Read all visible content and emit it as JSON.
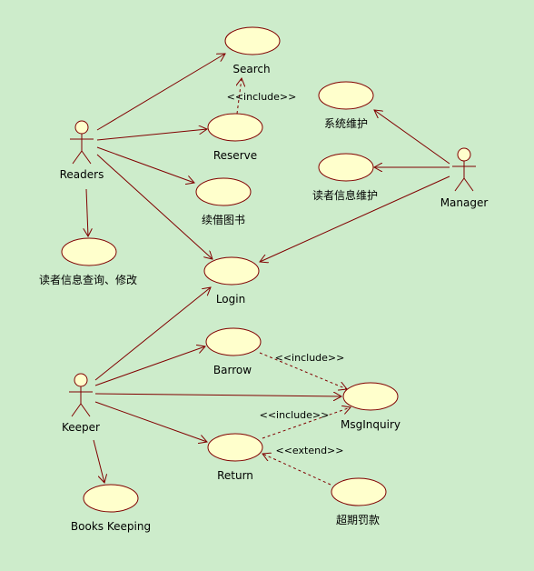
{
  "colors": {
    "background": "#cdeccb",
    "line": "#800000",
    "usecase_fill": "#ffffcc",
    "text": "#000000"
  },
  "actors": {
    "readers": "Readers",
    "manager": "Manager",
    "keeper": "Keeper"
  },
  "use_cases": {
    "search": "Search",
    "reserve": "Reserve",
    "renew": "续借图书",
    "reader_query": "读者信息查询、修改",
    "login": "Login",
    "sys_maint": "系统维护",
    "reader_maint": "读者信息维护",
    "barrow": "Barrow",
    "msginquiry": "MsgInquiry",
    "return": "Return",
    "overdue_fine": "超期罚款",
    "books_keeping": "Books Keeping"
  },
  "relations": {
    "include_reserve": "<<include>>",
    "include_barrow": "<<include>>",
    "include_return": "<<include>>",
    "extend_fine": "<<extend>>"
  }
}
